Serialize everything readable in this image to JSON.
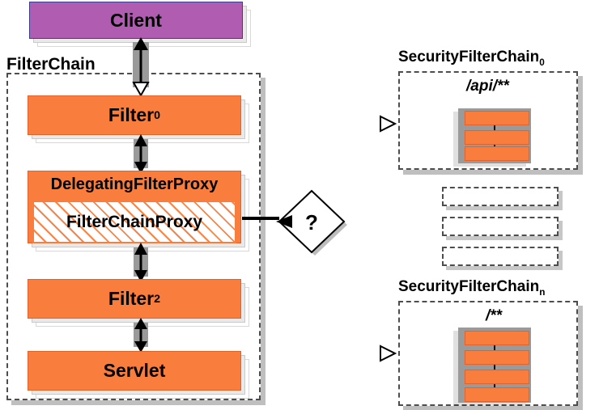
{
  "diagram": {
    "title": "Spring Security FilterChainProxy / SecurityFilterChain delegation",
    "colors": {
      "orange_fill": "#f97d3c",
      "orange_border": "#e2622a",
      "purple_fill": "#b05cb0",
      "purple_border": "#3b3b8f",
      "group_border": "#4d4d4d",
      "shadow_grey": "#9a9a9a",
      "text": "#000000",
      "background": "#ffffff"
    },
    "client": {
      "label": "Client",
      "icon": "client-box"
    },
    "filter_chain": {
      "group_label": "FilterChain",
      "items": [
        {
          "label": "Filter",
          "subscript": "0",
          "style": "orange"
        },
        {
          "label": "DelegatingFilterProxy",
          "subscript": "",
          "style": "orange"
        },
        {
          "label": "FilterChainProxy",
          "subscript": "",
          "style": "hatch"
        },
        {
          "label": "Filter",
          "subscript": "2",
          "style": "orange"
        },
        {
          "label": "Servlet",
          "subscript": "",
          "style": "orange"
        }
      ]
    },
    "decision": {
      "label": "?",
      "icon": "decision-diamond"
    },
    "security_chains": [
      {
        "group_label": "SecurityFilterChain",
        "subscript": "0",
        "pattern": "/api/**",
        "filter_count": 3
      },
      {
        "group_label": "SecurityFilterChain",
        "subscript": "n",
        "pattern": "/**",
        "filter_count": 4
      }
    ],
    "placeholder_rows": 3,
    "arrows": {
      "client_to_filter": "double-headed-arrow",
      "filter_to_proxy": "double-headed-arrow",
      "proxy_to_filter2": "double-headed-arrow",
      "filter2_to_servlet": "double-headed-arrow",
      "proxy_to_decision": "pointer-arrow",
      "decision_to_chain_0": "pointer-arrow",
      "decision_to_chain_n": "pointer-arrow"
    }
  }
}
